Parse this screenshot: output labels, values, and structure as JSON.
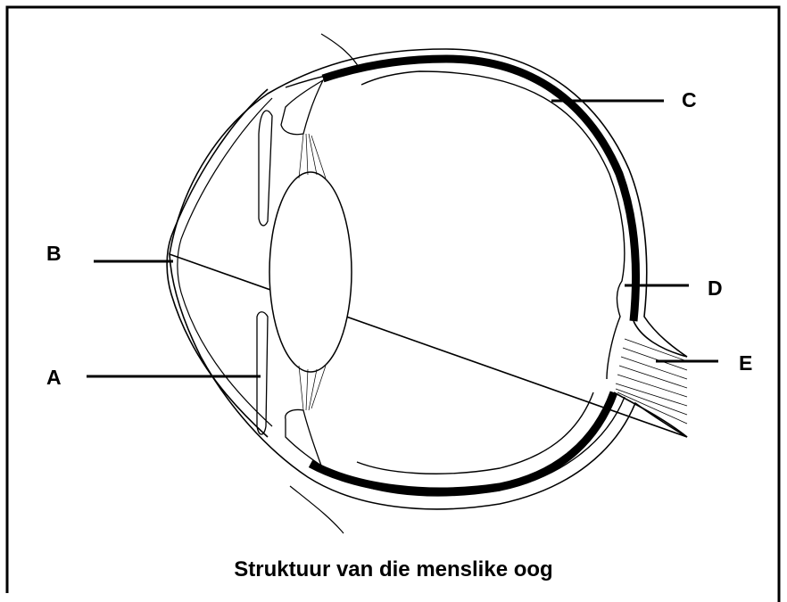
{
  "diagram": {
    "caption": "Struktuur van die menslike oog",
    "labels": {
      "A": "A",
      "B": "B",
      "C": "C",
      "D": "D",
      "E": "E"
    }
  }
}
